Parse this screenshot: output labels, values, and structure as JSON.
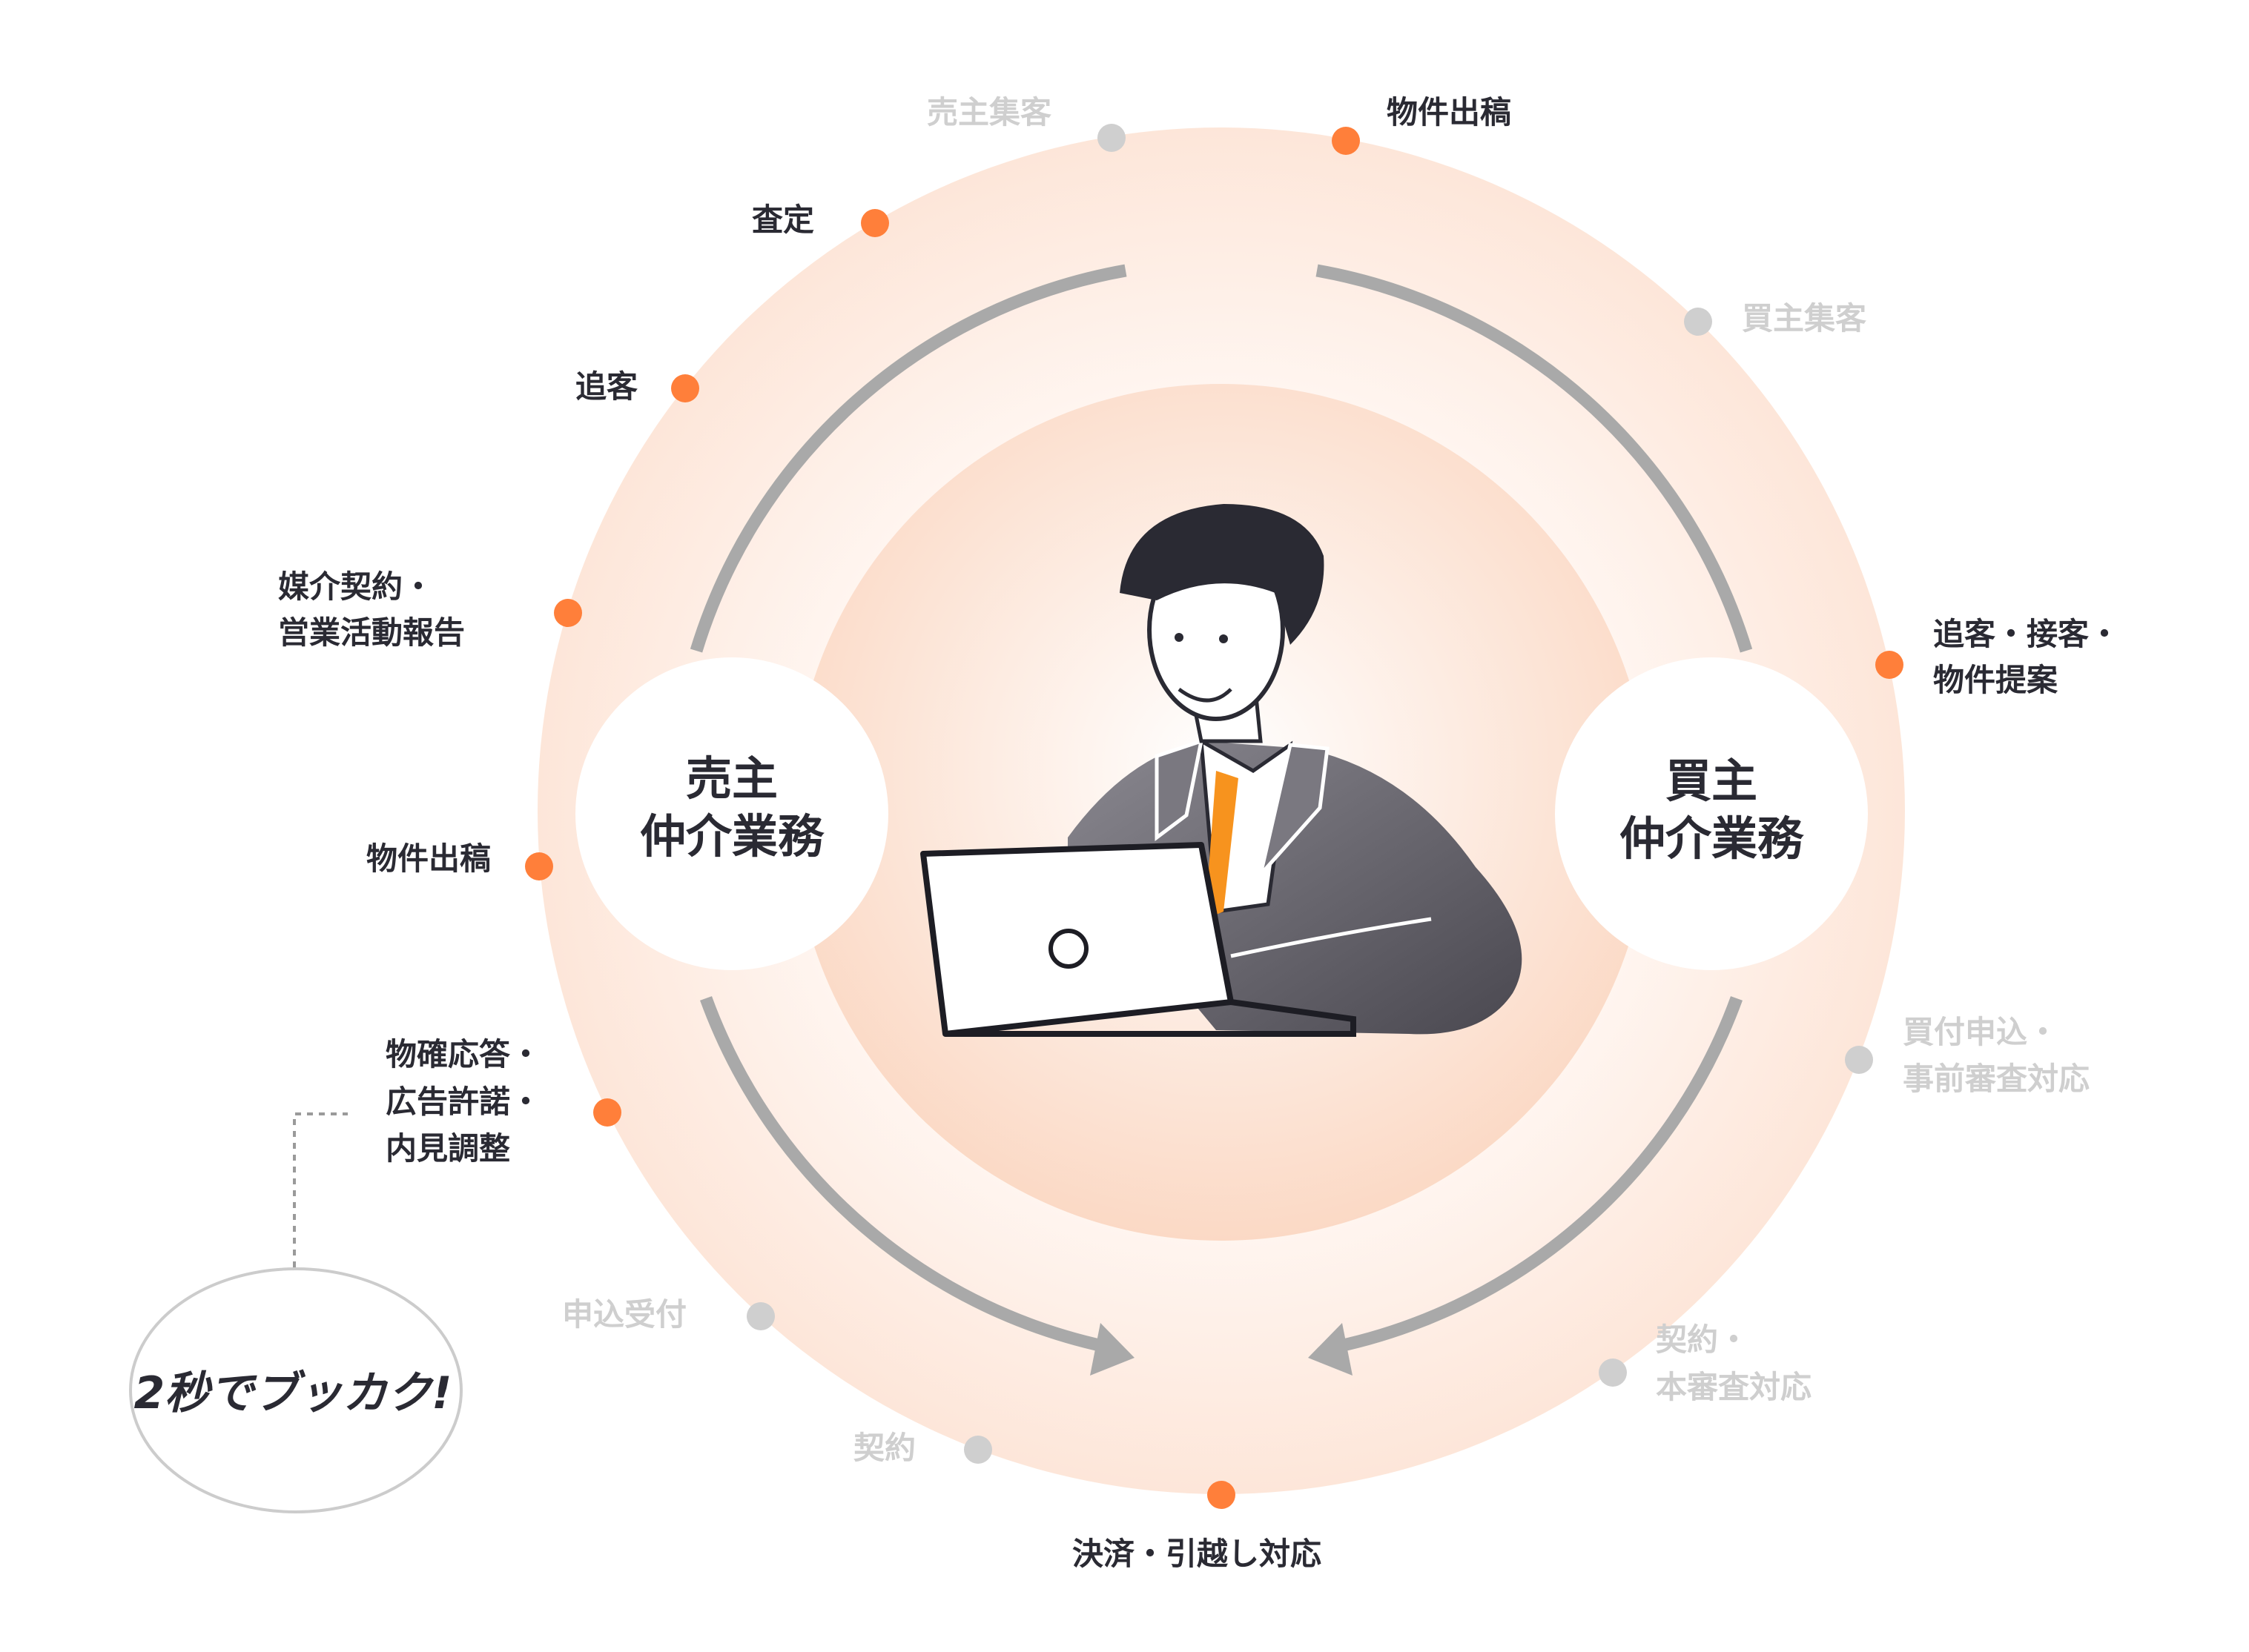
{
  "colors": {
    "accent": "#ff7f3a",
    "inactive": "#cfcfcf",
    "arc": "#a9a9a9",
    "ring": "#fde9de",
    "text": "#2a2a33"
  },
  "hubs": {
    "seller": {
      "line1": "売主",
      "line2": "仲介業務"
    },
    "buyer": {
      "line1": "買主",
      "line2": "仲介業務"
    }
  },
  "steps": {
    "seller_acquisition": {
      "label": "売主集客",
      "active": false
    },
    "listing_top": {
      "label": "物件出稿",
      "active": true
    },
    "assessment": {
      "label": "査定",
      "active": true
    },
    "follow_up": {
      "label": "追客",
      "active": true
    },
    "mediation": {
      "line1": "媒介契約・",
      "line2": "営業活動報告",
      "active": true
    },
    "listing_left": {
      "label": "物件出稿",
      "active": true
    },
    "inquiry": {
      "line1": "物確応答・",
      "line2": "広告許諾・",
      "line3": "内見調整",
      "active": true
    },
    "application": {
      "label": "申込受付",
      "active": false
    },
    "contract_left": {
      "label": "契約",
      "active": false
    },
    "settlement": {
      "label": "決済・引越し対応",
      "active": true
    },
    "contract_right": {
      "line1": "契約・",
      "line2": "本審査対応",
      "active": false
    },
    "purchase_offer": {
      "line1": "買付申込・",
      "line2": "事前審査対応",
      "active": false
    },
    "buyer_followup": {
      "line1": "追客・接客・",
      "line2": "物件提案",
      "active": true
    },
    "buyer_acquisition": {
      "label": "買主集客",
      "active": false
    }
  },
  "callout": {
    "text": "2秒でブッカク!"
  }
}
